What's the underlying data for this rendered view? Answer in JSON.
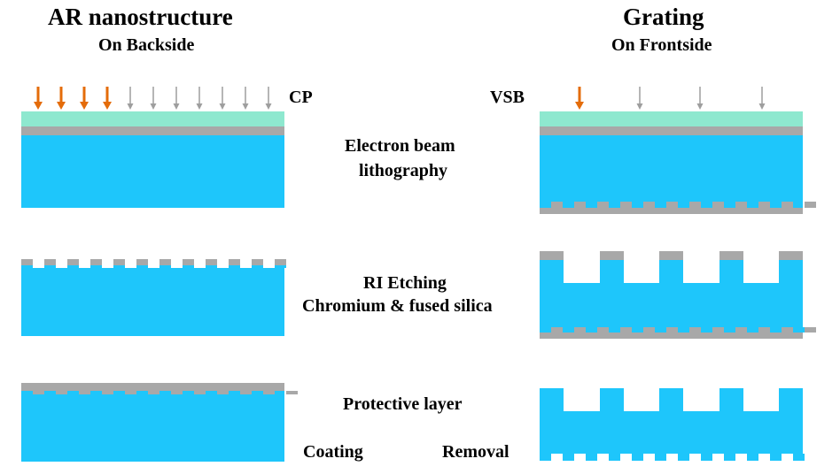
{
  "left": {
    "title": "AR nanostructure",
    "subtitle": "On Backside",
    "exposure_label": "CP"
  },
  "right": {
    "title": "Grating",
    "subtitle": "On Frontside",
    "exposure_label": "VSB"
  },
  "steps": [
    {
      "line1": "Electron beam",
      "line2": "lithography"
    },
    {
      "line1": "RI Etching",
      "line2": "Chromium & fused silica"
    },
    {
      "line1": "Protective layer"
    }
  ],
  "bottom": {
    "left_label": "Coating",
    "right_label": "Removal"
  },
  "colors": {
    "silica": "#1ec6fb",
    "chromium": "#a8a8a8",
    "resist": "#8ee8cf",
    "arrow_active": "#e46c0a",
    "arrow_inactive": "#9e9e9e"
  }
}
